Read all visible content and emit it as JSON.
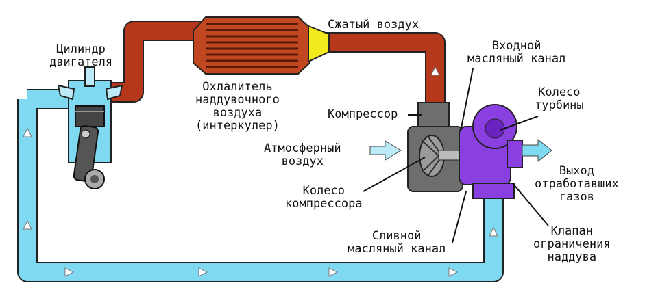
{
  "labels": {
    "cylinder": [
      "Цилиндр",
      "двигателя"
    ],
    "compressed_air": "Сжатый воздух",
    "intercooler": [
      "Охлалитель",
      "наддувочного",
      "воздуха",
      "(интеркулер)"
    ],
    "inlet_oil": [
      "Входной",
      "масляный канал"
    ],
    "turbine_wheel": [
      "Колесо",
      "турбины"
    ],
    "compressor": "Компрессор",
    "atmospheric_air": [
      "Атмосферный",
      "воздух"
    ],
    "exhaust": [
      "Выход",
      "отработавших",
      "газов"
    ],
    "compressor_wheel": [
      "Колесо",
      "компрессора"
    ],
    "drain_oil": [
      "Сливной",
      "масляный канал"
    ],
    "wastegate": [
      "Клапан",
      "ограничения",
      "наддува"
    ]
  },
  "colors": {
    "hot_pipe": "#b5371c",
    "cold_pipe": "#7fd9f0",
    "intercooler": "#c0471f",
    "intercooler_outlet": "#f2ea1c",
    "turbine": "#8a3fe0",
    "compressor_housing": "#6e6e6e"
  }
}
